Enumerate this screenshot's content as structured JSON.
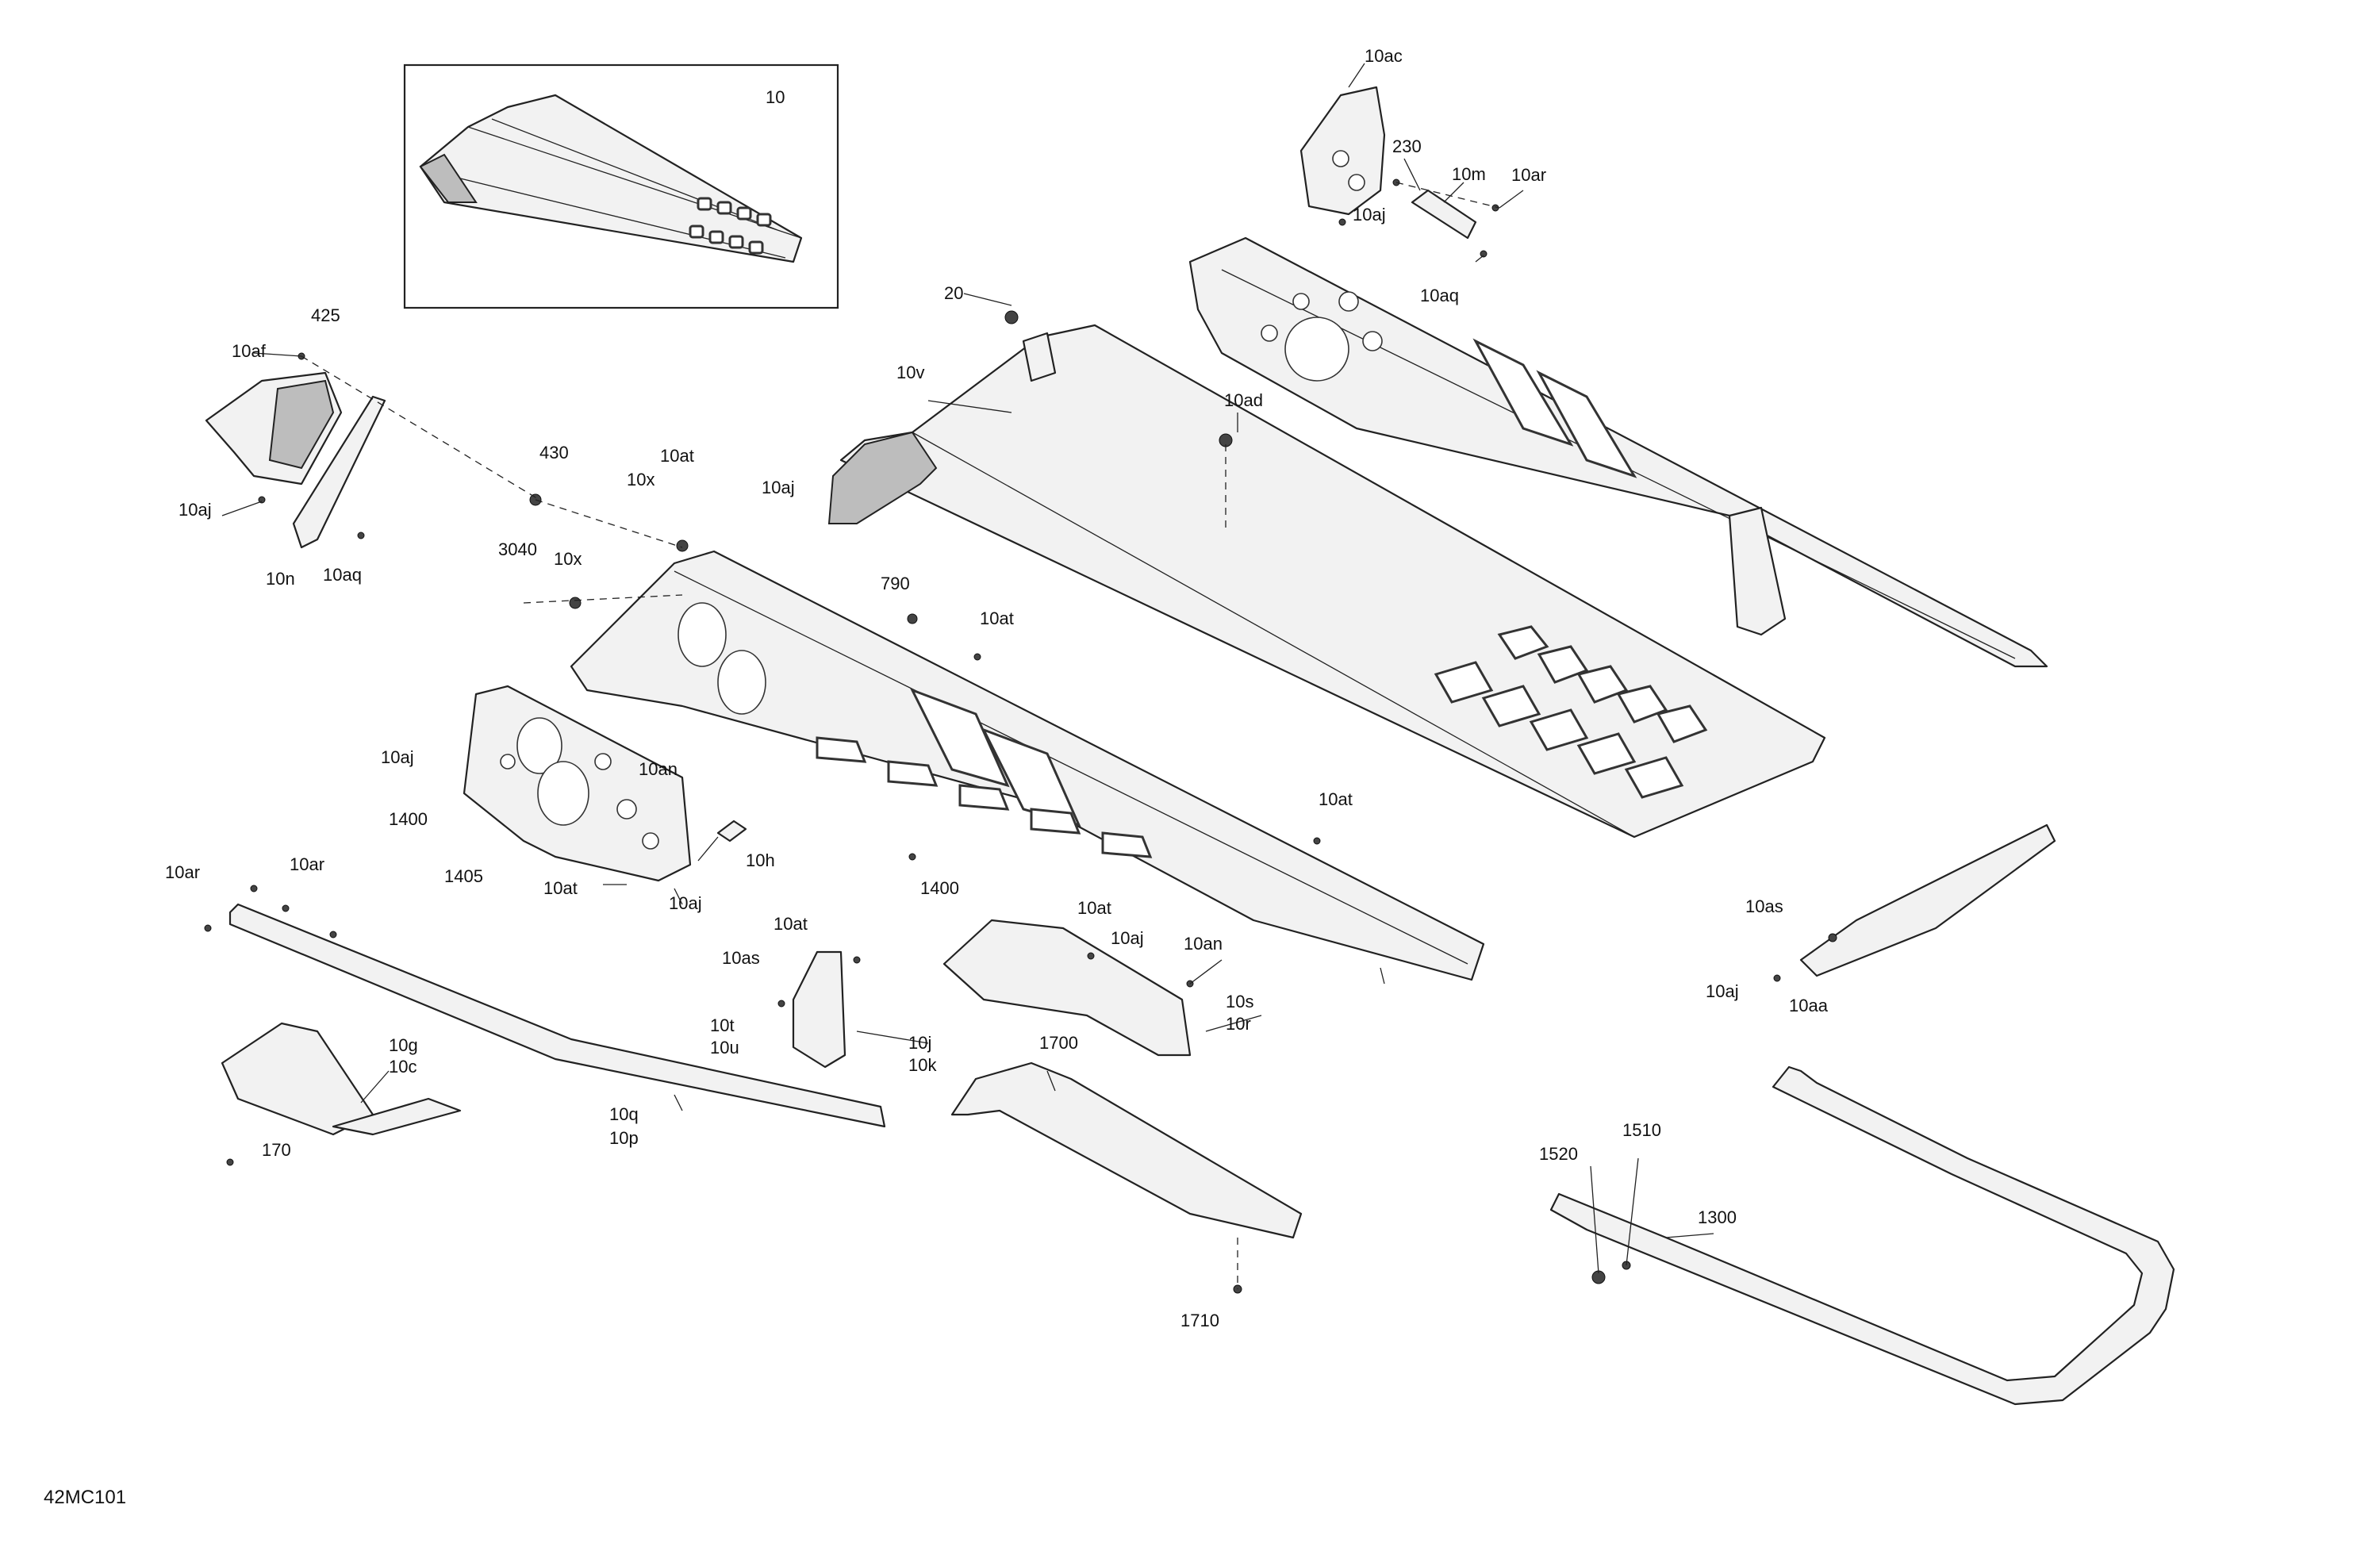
{
  "diagram_code": "42MC101",
  "callouts": [
    {
      "id": "c-10",
      "text": "10"
    },
    {
      "id": "c-10ac",
      "text": "10ac"
    },
    {
      "id": "c-230",
      "text": "230"
    },
    {
      "id": "c-10m",
      "text": "10m"
    },
    {
      "id": "c-10ar-top",
      "text": "10ar"
    },
    {
      "id": "c-10aj-top",
      "text": "10aj"
    },
    {
      "id": "c-10aq-top",
      "text": "10aq"
    },
    {
      "id": "c-20",
      "text": "20"
    },
    {
      "id": "c-10v",
      "text": "10v"
    },
    {
      "id": "c-10ad",
      "text": "10ad"
    },
    {
      "id": "c-425",
      "text": "425"
    },
    {
      "id": "c-10af",
      "text": "10af"
    },
    {
      "id": "c-10aj-left",
      "text": "10aj"
    },
    {
      "id": "c-10n",
      "text": "10n"
    },
    {
      "id": "c-10aq-left",
      "text": "10aq"
    },
    {
      "id": "c-430",
      "text": "430"
    },
    {
      "id": "c-10at-1",
      "text": "10at"
    },
    {
      "id": "c-10x-1",
      "text": "10x"
    },
    {
      "id": "c-10aj-mid",
      "text": "10aj"
    },
    {
      "id": "c-3040",
      "text": "3040"
    },
    {
      "id": "c-10x-2",
      "text": "10x"
    },
    {
      "id": "c-790",
      "text": "790"
    },
    {
      "id": "c-10at-2",
      "text": "10at"
    },
    {
      "id": "c-10aj-plate",
      "text": "10aj"
    },
    {
      "id": "c-10an-plate",
      "text": "10an"
    },
    {
      "id": "c-1400-left",
      "text": "1400"
    },
    {
      "id": "c-1405",
      "text": "1405"
    },
    {
      "id": "c-10at-plate",
      "text": "10at"
    },
    {
      "id": "c-10h",
      "text": "10h"
    },
    {
      "id": "c-10aj-plate2",
      "text": "10aj"
    },
    {
      "id": "c-1400-mid",
      "text": "1400"
    },
    {
      "id": "c-10at-3",
      "text": "10at"
    },
    {
      "id": "c-10ar-left",
      "text": "10ar"
    },
    {
      "id": "c-10ar-left2",
      "text": "10ar"
    },
    {
      "id": "c-10g",
      "text": "10g"
    },
    {
      "id": "c-10c",
      "text": "10c"
    },
    {
      "id": "c-170",
      "text": "170"
    },
    {
      "id": "c-10q",
      "text": "10q"
    },
    {
      "id": "c-10p",
      "text": "10p"
    },
    {
      "id": "c-10at-4",
      "text": "10at"
    },
    {
      "id": "c-10as-1",
      "text": "10as"
    },
    {
      "id": "c-10t",
      "text": "10t"
    },
    {
      "id": "c-10u",
      "text": "10u"
    },
    {
      "id": "c-10j",
      "text": "10j"
    },
    {
      "id": "c-10k",
      "text": "10k"
    },
    {
      "id": "c-10at-5",
      "text": "10at"
    },
    {
      "id": "c-10aj-5",
      "text": "10aj"
    },
    {
      "id": "c-10an-5",
      "text": "10an"
    },
    {
      "id": "c-10s",
      "text": "10s"
    },
    {
      "id": "c-10r",
      "text": "10r"
    },
    {
      "id": "c-1700",
      "text": "1700"
    },
    {
      "id": "c-1710",
      "text": "1710"
    },
    {
      "id": "c-10as-2",
      "text": "10as"
    },
    {
      "id": "c-10aj-6",
      "text": "10aj"
    },
    {
      "id": "c-10aa",
      "text": "10aa"
    },
    {
      "id": "c-1510",
      "text": "1510"
    },
    {
      "id": "c-1520",
      "text": "1520"
    },
    {
      "id": "c-1300",
      "text": "1300"
    }
  ]
}
